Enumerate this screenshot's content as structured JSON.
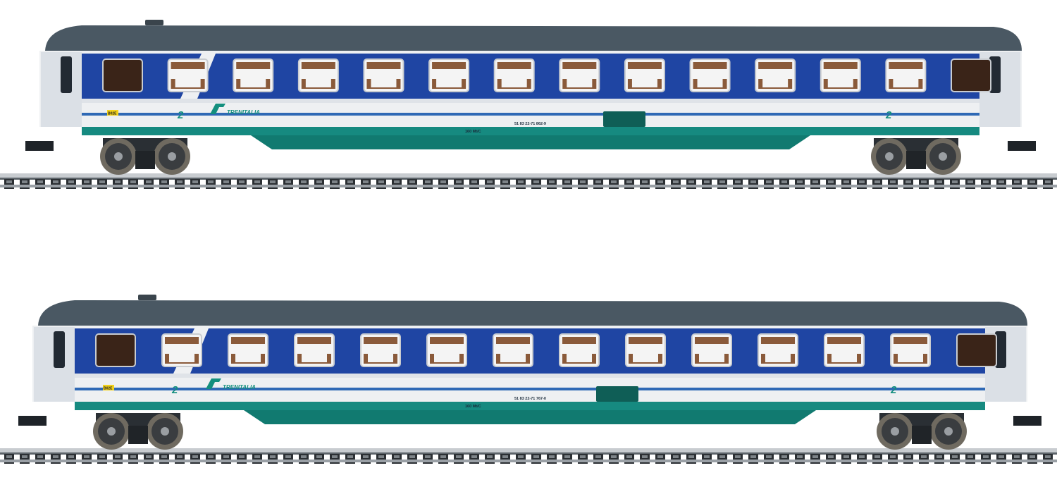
{
  "scene": {
    "background": "#ffffff",
    "colors": {
      "roof": "#4a5863",
      "blue_band": "#1f45a3",
      "body_white": "#eef0f2",
      "green_underframe": "#168a80",
      "brand_green": "#138f7e",
      "window_frame": "#8a5a3a",
      "rail": "#8a9096"
    }
  },
  "cars": [
    {
      "operator_text": "TRENITALIA",
      "class_left": "2",
      "class_right": "2",
      "car_number": "51 83 22-71 862-9",
      "speed_label": "160 Mt/C",
      "small_code": "B02E",
      "window_count": 12
    },
    {
      "operator_text": "TRENITALIA",
      "class_left": "2",
      "class_right": "2",
      "car_number": "51 83 22-71 767-0",
      "speed_label": "160 Mt/C",
      "small_code": "B02E",
      "window_count": 12
    }
  ]
}
